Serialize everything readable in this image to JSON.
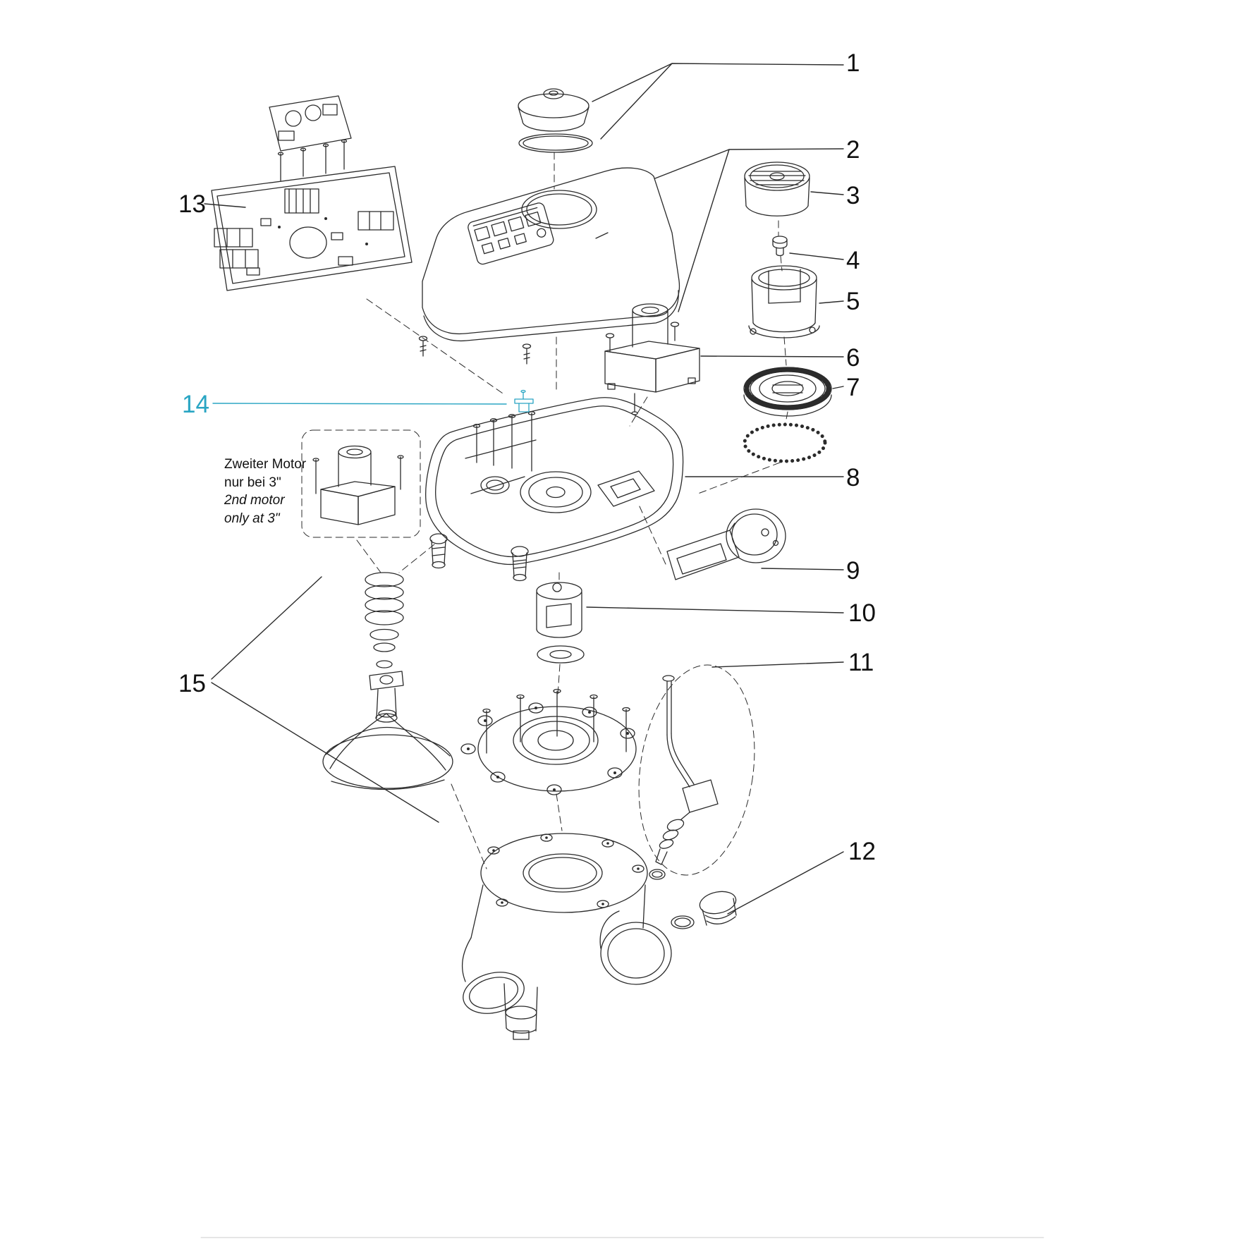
{
  "diagram": {
    "kind": "exploded-parts-diagram",
    "colors": {
      "ink": "#2b2b2b",
      "accent": "#29a5c3"
    }
  },
  "labels": [
    {
      "text": "1"
    },
    {
      "text": "2"
    },
    {
      "text": "3"
    },
    {
      "text": "4"
    },
    {
      "text": "5"
    },
    {
      "text": "6"
    },
    {
      "text": "7"
    },
    {
      "text": "8"
    },
    {
      "text": "9"
    },
    {
      "text": "10"
    },
    {
      "text": "11"
    },
    {
      "text": "12"
    },
    {
      "text": "13"
    },
    {
      "text": "14"
    },
    {
      "text": "15"
    }
  ],
  "note": {
    "line1": "Zweiter Motor",
    "line2": "nur bei 3\"",
    "line3": "2nd motor",
    "line4": "only at 3\""
  }
}
